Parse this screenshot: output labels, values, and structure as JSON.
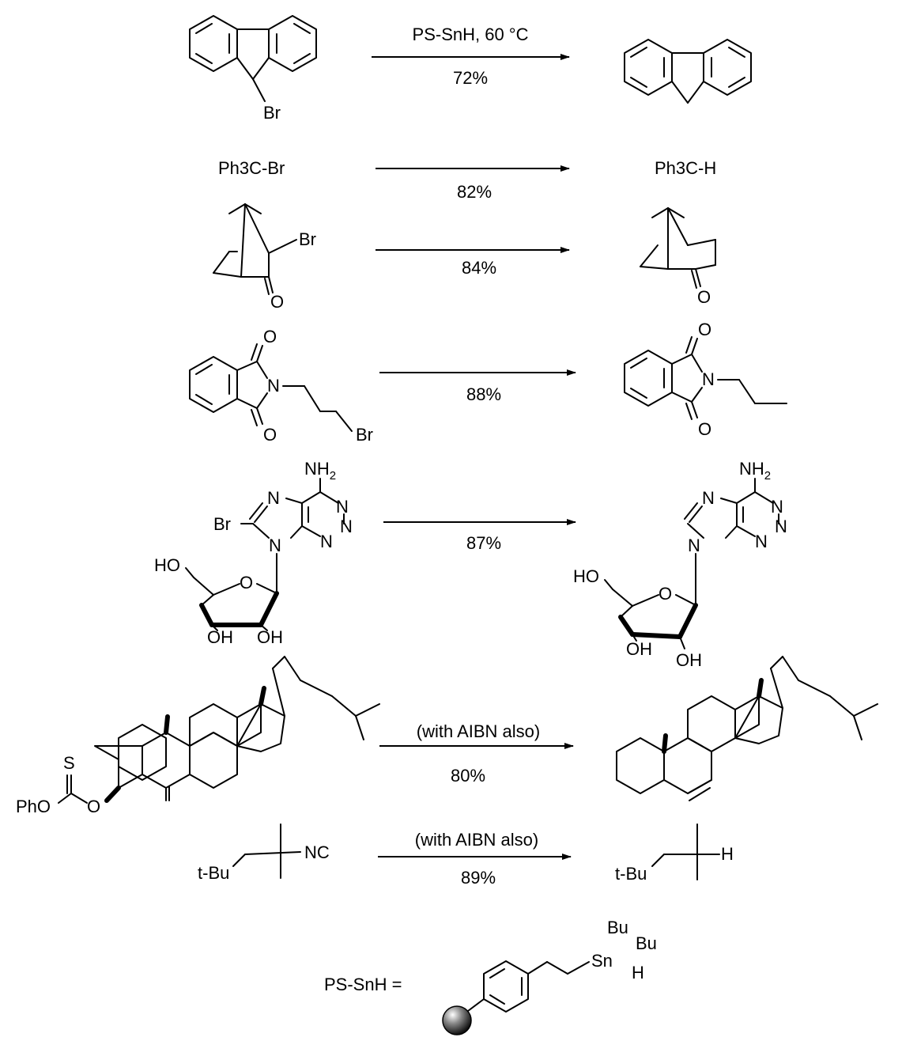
{
  "reagent": "PS-SnH, 60 °C",
  "reactions": [
    {
      "conditions": "",
      "yield": "72%"
    },
    {
      "substrate": "Ph3C-Br",
      "product": "Ph3C-H",
      "yield": "82%"
    },
    {
      "yield": "84%"
    },
    {
      "yield": "88%"
    },
    {
      "yield": "87%"
    },
    {
      "conditions": "(with AIBN also)",
      "yield": "80%"
    },
    {
      "conditions": "(with AIBN also)",
      "yield": "89%"
    }
  ],
  "atoms": {
    "br": "Br",
    "o": "O",
    "n": "N",
    "nh2": "NH",
    "nh2_sub": "2",
    "ho": "HO",
    "oh": "OH",
    "s": "S",
    "pho": "PhO",
    "tbu": "t-Bu",
    "nc": "NC",
    "h": "H",
    "bu": "Bu",
    "sn": "Sn"
  },
  "legend": {
    "label": "PS-SnH ="
  }
}
